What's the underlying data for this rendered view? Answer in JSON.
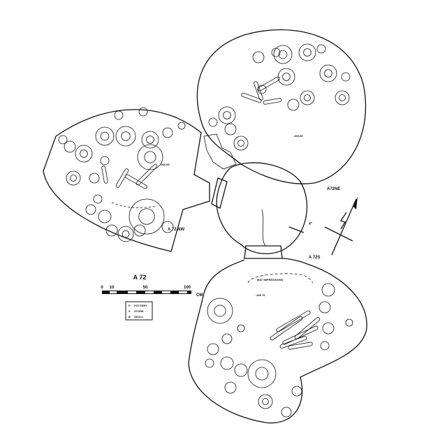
{
  "title": "A 72",
  "chambers": {
    "nw": "A 72 NW",
    "ne": "A72NE",
    "s": "A 72S"
  },
  "annotations": {
    "mat_impressions": "MAT IMPRESSIONS",
    "elev_nw": "-266.95",
    "elev_ne": "-266.86",
    "elev_s": "-266.76",
    "depth_mark": "4\""
  },
  "scale_bar": {
    "ticks": [
      "0",
      "10",
      "50",
      "100"
    ],
    "unit": "CM"
  },
  "legend": [
    {
      "symbol": "P",
      "label": "POTTERY"
    },
    {
      "symbol": "S",
      "label": "STONE"
    },
    {
      "symbol": "B",
      "label": "SKULL"
    }
  ],
  "colors": {
    "ink": "#111111",
    "paper": "#ffffff"
  }
}
